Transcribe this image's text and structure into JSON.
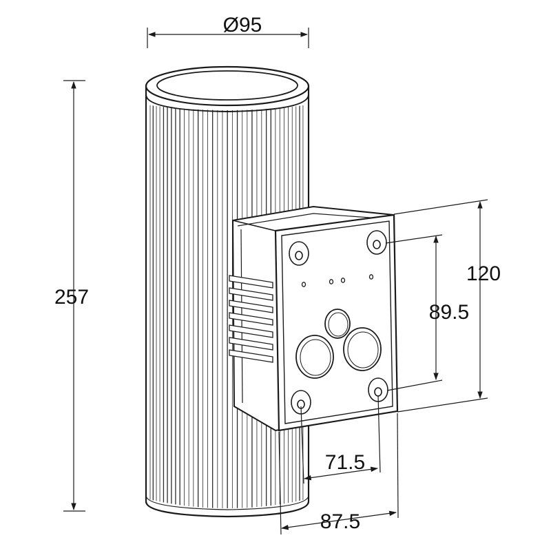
{
  "dimensions": {
    "diameter": "Ø95",
    "height": "257",
    "plate_height": "120",
    "hole_vertical_spacing": "89.5",
    "hole_horizontal_spacing": "71.5",
    "plate_width": "87.5"
  },
  "colors": {
    "line": "#1a1a1a",
    "background": "#ffffff",
    "plate_gray": "#b9b9b9"
  }
}
